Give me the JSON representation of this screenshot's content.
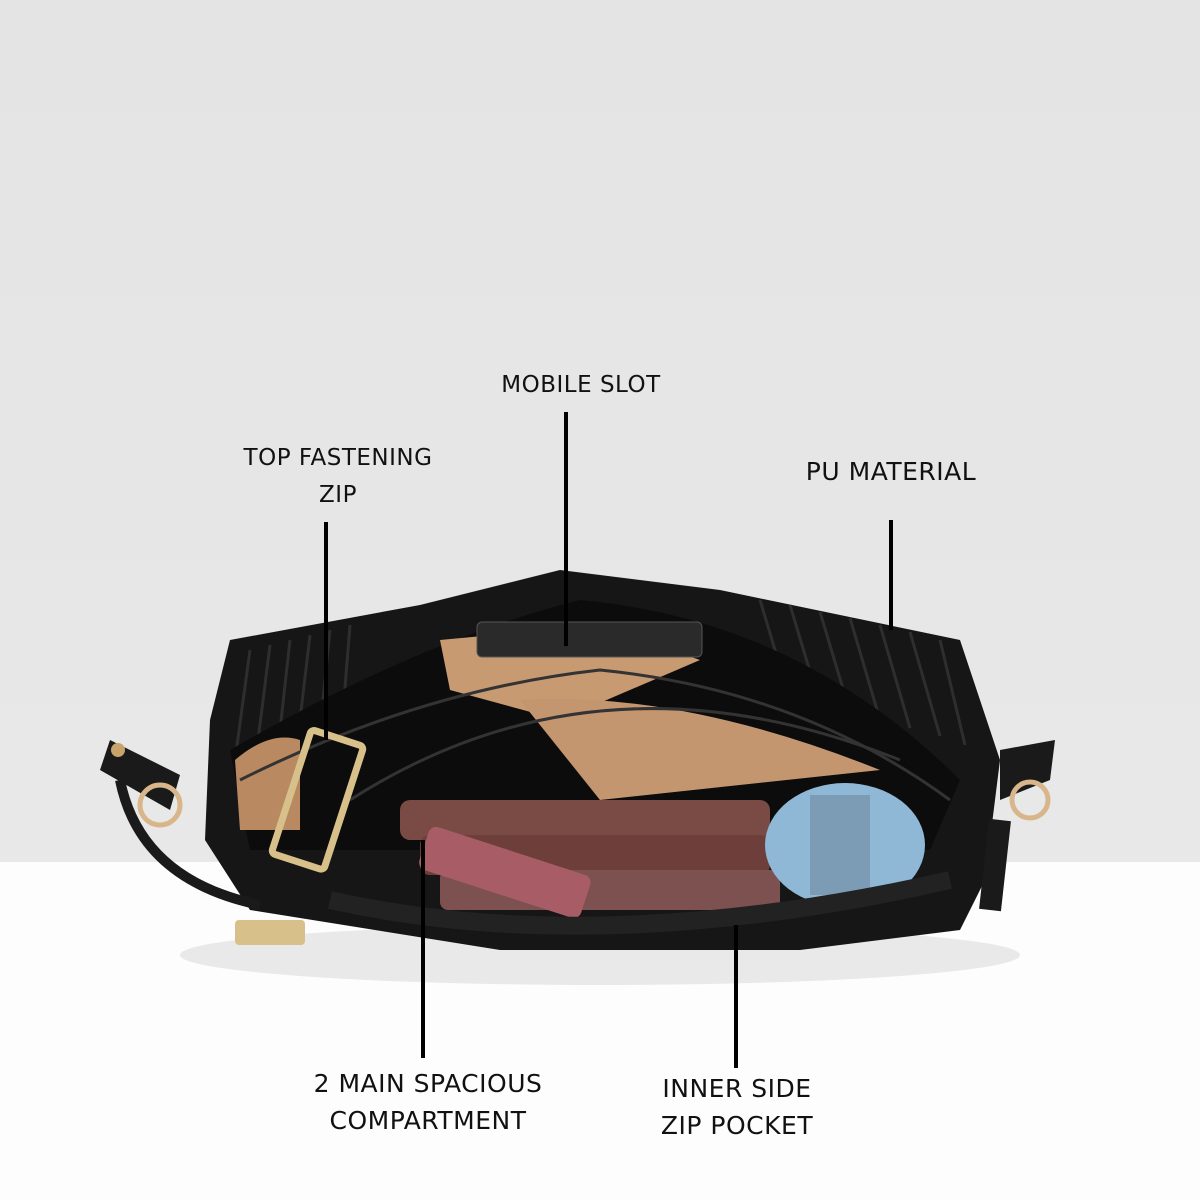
{
  "callouts": {
    "mobile_slot": "MOBILE SLOT",
    "top_zip_line1": "TOP FASTENING",
    "top_zip_line2": "ZIP",
    "pu_material": "PU MATERIAL",
    "main_compartment_line1": "2 MAIN SPACIOUS",
    "main_compartment_line2": "COMPARTMENT",
    "inner_pocket_line1": "INNER SIDE",
    "inner_pocket_line2": "ZIP POCKET"
  },
  "colors": {
    "background_top": "#e6e6e6",
    "background_bottom": "#fdfdfd",
    "bag": "#141414",
    "lining": "#c79a72",
    "hardware": "#d8c08a"
  }
}
